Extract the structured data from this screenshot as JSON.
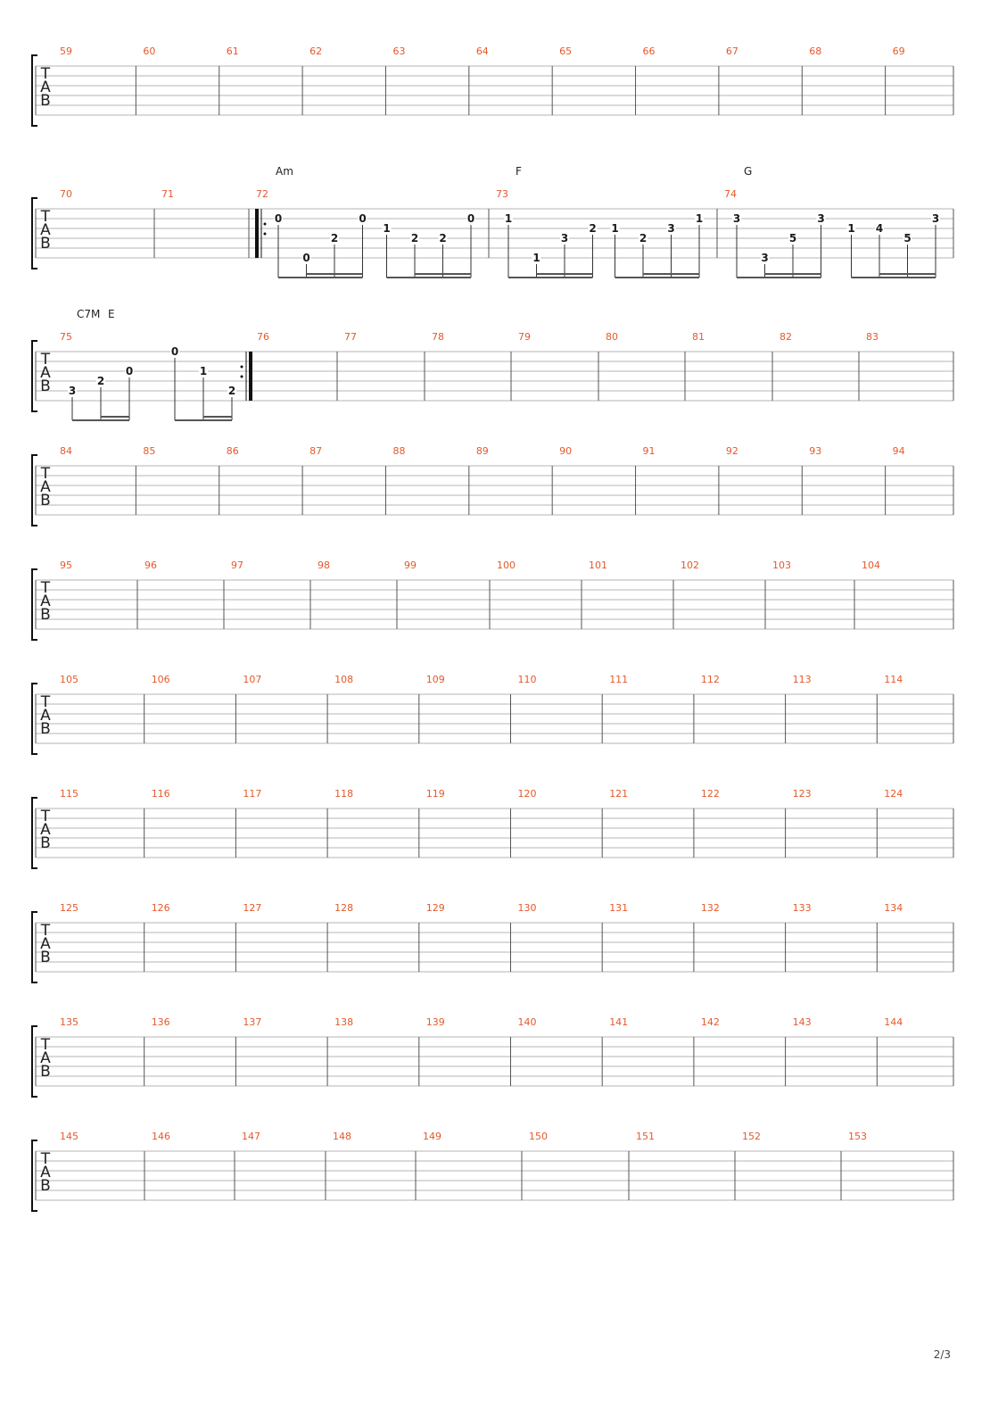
{
  "document": {
    "page_number": "2/3"
  },
  "tab_letters": [
    "T",
    "A",
    "B"
  ],
  "systems": [
    {
      "bars": [
        {
          "n": "59"
        },
        {
          "n": "60"
        },
        {
          "n": "61"
        },
        {
          "n": "62"
        },
        {
          "n": "63"
        },
        {
          "n": "64"
        },
        {
          "n": "65"
        },
        {
          "n": "66"
        },
        {
          "n": "67"
        },
        {
          "n": "68"
        },
        {
          "n": "69"
        }
      ]
    },
    {
      "bars": [
        {
          "n": "70"
        },
        {
          "n": "71"
        },
        {
          "n": "72",
          "chord": "Am",
          "repeat_start": true,
          "notes": [
            {
              "s": 1,
              "f": "0"
            },
            {
              "s": 5,
              "f": "0"
            },
            {
              "s": 3,
              "f": "2"
            },
            {
              "s": 1,
              "f": "0"
            },
            {
              "s": 2,
              "f": "1"
            },
            {
              "s": 3,
              "f": "2"
            },
            {
              "s": 3,
              "f": "2"
            },
            {
              "s": 1,
              "f": "0"
            }
          ]
        },
        {
          "n": "73",
          "chord": "F",
          "notes": [
            {
              "s": 1,
              "f": "1"
            },
            {
              "s": 5,
              "f": "1"
            },
            {
              "s": 3,
              "f": "3"
            },
            {
              "s": 2,
              "f": "2"
            },
            {
              "s": 2,
              "f": "1"
            },
            {
              "s": 3,
              "f": "2"
            },
            {
              "s": 2,
              "f": "3"
            },
            {
              "s": 1,
              "f": "1"
            }
          ]
        },
        {
          "n": "74",
          "chord": "G",
          "notes": [
            {
              "s": 1,
              "f": "3"
            },
            {
              "s": 5,
              "f": "3"
            },
            {
              "s": 3,
              "f": "5"
            },
            {
              "s": 1,
              "f": "3"
            },
            {
              "s": 2,
              "f": "1"
            },
            {
              "s": 2,
              "f": "4"
            },
            {
              "s": 3,
              "f": "5"
            },
            {
              "s": 1,
              "f": "3"
            }
          ]
        }
      ]
    },
    {
      "bars": [
        {
          "n": "75",
          "chords": [
            "C7M",
            "E"
          ],
          "repeat_end": true,
          "notes": [
            {
              "s": 4,
              "f": "3"
            },
            {
              "s": 3,
              "f": "2"
            },
            {
              "s": 2,
              "f": "0"
            },
            {
              "s": 0,
              "f": "0"
            },
            {
              "s": 2,
              "f": "1"
            },
            {
              "s": 4,
              "f": "2"
            }
          ]
        },
        {
          "n": "76"
        },
        {
          "n": "77"
        },
        {
          "n": "78"
        },
        {
          "n": "79"
        },
        {
          "n": "80"
        },
        {
          "n": "81"
        },
        {
          "n": "82"
        },
        {
          "n": "83"
        }
      ]
    },
    {
      "bars": [
        {
          "n": "84"
        },
        {
          "n": "85"
        },
        {
          "n": "86"
        },
        {
          "n": "87"
        },
        {
          "n": "88"
        },
        {
          "n": "89"
        },
        {
          "n": "90"
        },
        {
          "n": "91"
        },
        {
          "n": "92"
        },
        {
          "n": "93"
        },
        {
          "n": "94"
        }
      ]
    },
    {
      "bars": [
        {
          "n": "95"
        },
        {
          "n": "96"
        },
        {
          "n": "97"
        },
        {
          "n": "98"
        },
        {
          "n": "99"
        },
        {
          "n": "100"
        },
        {
          "n": "101"
        },
        {
          "n": "102"
        },
        {
          "n": "103"
        },
        {
          "n": "104"
        }
      ]
    },
    {
      "bars": [
        {
          "n": "105"
        },
        {
          "n": "106"
        },
        {
          "n": "107"
        },
        {
          "n": "108"
        },
        {
          "n": "109"
        },
        {
          "n": "110"
        },
        {
          "n": "111"
        },
        {
          "n": "112"
        },
        {
          "n": "113"
        },
        {
          "n": "114"
        }
      ]
    },
    {
      "bars": [
        {
          "n": "115"
        },
        {
          "n": "116"
        },
        {
          "n": "117"
        },
        {
          "n": "118"
        },
        {
          "n": "119"
        },
        {
          "n": "120"
        },
        {
          "n": "121"
        },
        {
          "n": "122"
        },
        {
          "n": "123"
        },
        {
          "n": "124"
        }
      ]
    },
    {
      "bars": [
        {
          "n": "125"
        },
        {
          "n": "126"
        },
        {
          "n": "127"
        },
        {
          "n": "128"
        },
        {
          "n": "129"
        },
        {
          "n": "130"
        },
        {
          "n": "131"
        },
        {
          "n": "132"
        },
        {
          "n": "133"
        },
        {
          "n": "134"
        }
      ]
    },
    {
      "bars": [
        {
          "n": "135"
        },
        {
          "n": "136"
        },
        {
          "n": "137"
        },
        {
          "n": "138"
        },
        {
          "n": "139"
        },
        {
          "n": "140"
        },
        {
          "n": "141"
        },
        {
          "n": "142"
        },
        {
          "n": "143"
        },
        {
          "n": "144"
        }
      ]
    },
    {
      "bars": [
        {
          "n": "145"
        },
        {
          "n": "146"
        },
        {
          "n": "147"
        },
        {
          "n": "148"
        },
        {
          "n": "149"
        },
        {
          "n": "150"
        },
        {
          "n": "151"
        },
        {
          "n": "152"
        },
        {
          "n": "153"
        }
      ]
    }
  ],
  "colors": {
    "measure_number": "#e5592b",
    "staff_line": "#b5b5b5",
    "barline": "#555555",
    "ink": "#1a1a1a"
  }
}
